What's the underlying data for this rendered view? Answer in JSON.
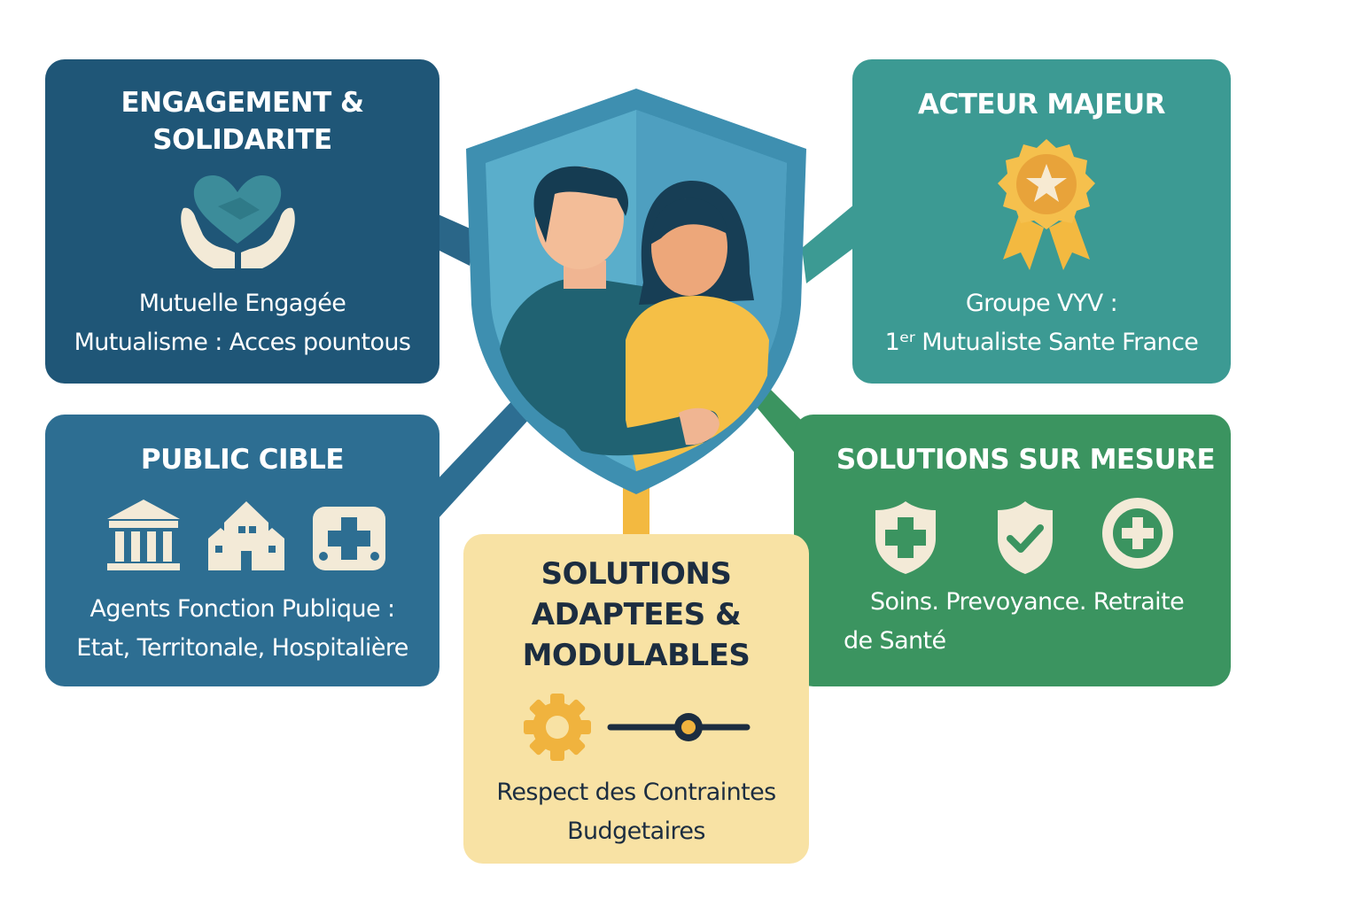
{
  "colors": {
    "engagement": "#1f5677",
    "acteur": "#3c9a93",
    "public": "#2d6e92",
    "solutions": "#3b9460",
    "adaptees": "#f8e2a4",
    "accent_gold": "#f0b33e",
    "shield": "#3e8fb0"
  },
  "central": {
    "icon": "shield-family-icon"
  },
  "cards": {
    "engagement": {
      "title_line1": "ENGAGEMENT &",
      "title_line2": "SOLIDARITE",
      "icon": "hands-heart-icon",
      "text_line1": "Mutuelle Engagée",
      "text_line2": "Mutualisme : Acces pountous"
    },
    "acteur": {
      "title": "ACTEUR MAJEUR",
      "icon": "award-rosette-icon",
      "text_line1": "Groupe VYV :",
      "text_line2": "1ᵉʳ Mutualiste Sante France"
    },
    "public": {
      "title": "PUBLIC CIBLE",
      "icons": [
        "government-building-icon",
        "town-houses-icon",
        "hospital-icon"
      ],
      "text_line1": "Agents Fonction Publique :",
      "text_line2": "Etat, Territonale, Hospitalière"
    },
    "solutions": {
      "title": "SOLUTIONS SUR MESURE",
      "icons": [
        "shield-plus-icon",
        "shield-check-icon",
        "circle-plus-icon"
      ],
      "text_line1": "Soins.  Prevoyance. Retraite",
      "text_line2": "de Santé"
    },
    "adaptees": {
      "title_line1": "SOLUTIONS",
      "title_line2": "ADAPTEES &",
      "title_line3": "MODULABLES",
      "icons": [
        "gear-icon",
        "slider-icon"
      ],
      "text_line1": "Respect des Contraintes",
      "text_line2": "Budgetaires"
    }
  }
}
